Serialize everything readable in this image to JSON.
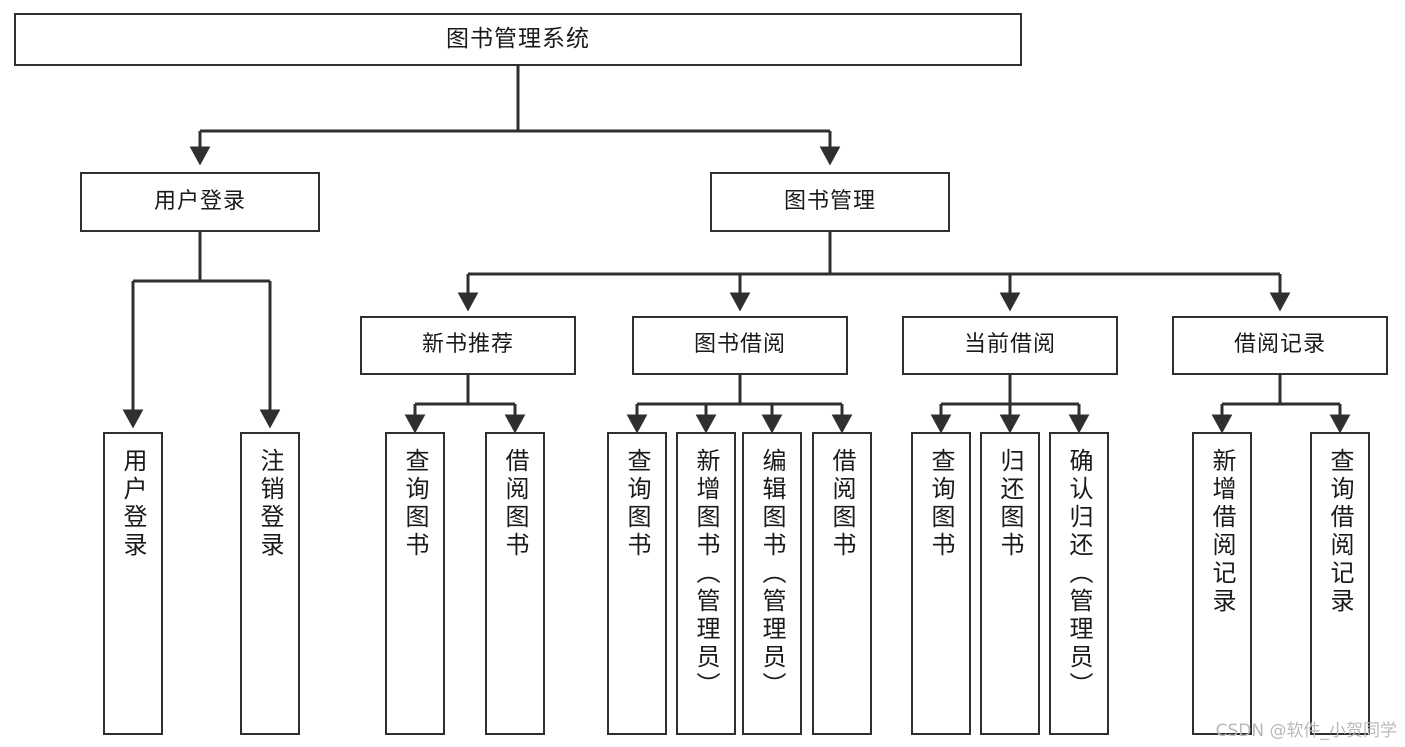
{
  "diagram": {
    "title": "图书管理系统",
    "type": "tree",
    "watermark": "CSDN @软件_小贺同学",
    "colors": {
      "box_border": "#2f2f2f",
      "box_fill": "#ffffff",
      "connector": "#2f2f2f",
      "text": "#1a1a1a",
      "watermark": "#b9b9b9"
    },
    "nodes": {
      "root": "图书管理系统",
      "level2": [
        "用户登录",
        "图书管理"
      ],
      "level3": [
        "新书推荐",
        "图书借阅",
        "当前借阅",
        "借阅记录"
      ],
      "leaves": {
        "user_login": [
          "用户登录",
          "注销登录"
        ],
        "new_book_recommend": [
          "查询图书",
          "借阅图书"
        ],
        "book_borrow": [
          "查询图书",
          "新增图书（管理员）",
          "编辑图书（管理员）",
          "借阅图书"
        ],
        "current_borrow": [
          "查询图书",
          "归还图书",
          "确认归还（管理员）"
        ],
        "borrow_record": [
          "新增借阅记录",
          "查询借阅记录"
        ]
      }
    }
  }
}
